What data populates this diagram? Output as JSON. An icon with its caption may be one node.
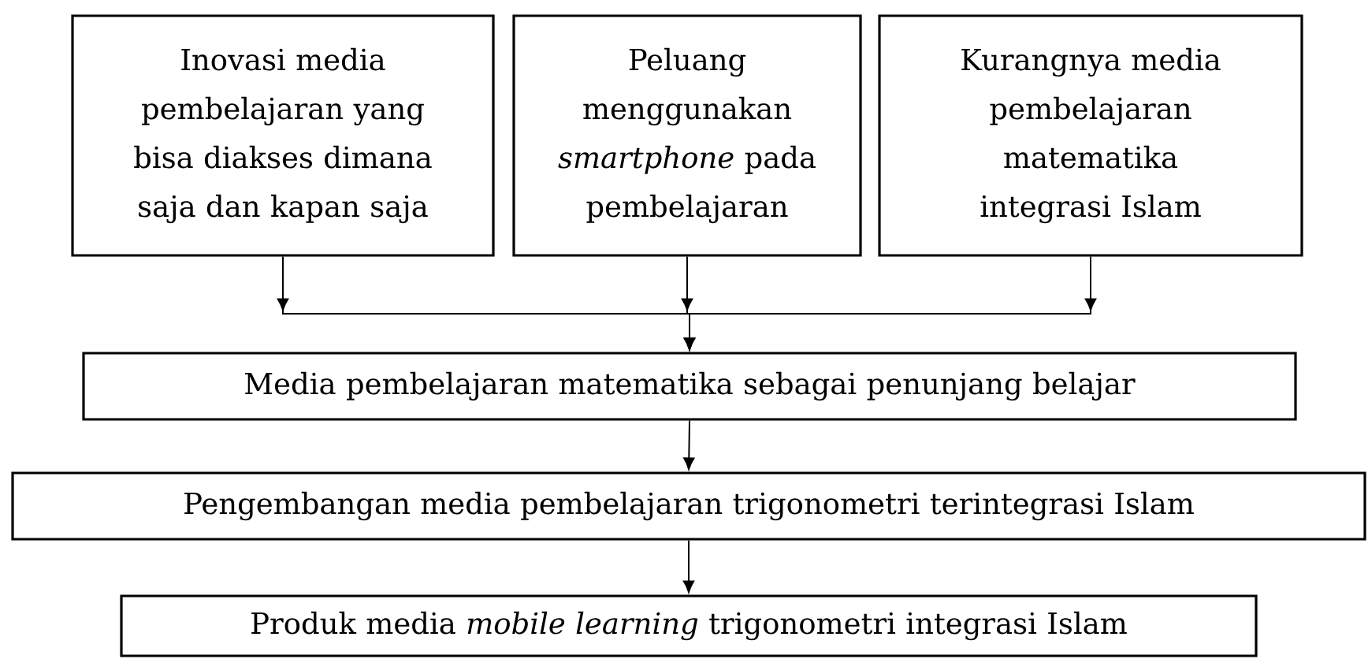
{
  "diagram": {
    "nodes": [
      {
        "text": [
          "Inovasi media pembelajaran yang bisa diakses dimana saja dan kapan saja"
        ]
      },
      {
        "text": [
          "Peluang menggunakan *smartphone* pada pembelajaran"
        ]
      },
      {
        "text": [
          "Kurangnya media pembelajaran matematika integrasi Islam"
        ]
      },
      {
        "text": [
          "Media pembelajaran matematika sebagai penunjang belajar"
        ]
      },
      {
        "text": [
          "Pengembangan media pembelajaran trigonometri terintegrasi Islam"
        ]
      },
      {
        "text": [
          "Produk media *mobile learning* trigonometri integrasi Islam"
        ]
      }
    ],
    "edges": [
      {
        "from": 0,
        "to": 3,
        "arrow": "to"
      },
      {
        "from": 1,
        "to": 3,
        "arrow": "to"
      },
      {
        "from": 2,
        "to": 3,
        "arrow": "to"
      },
      {
        "from": 3,
        "to": 4,
        "arrow": "to"
      },
      {
        "from": 4,
        "to": 5,
        "arrow": "to"
      }
    ]
  }
}
